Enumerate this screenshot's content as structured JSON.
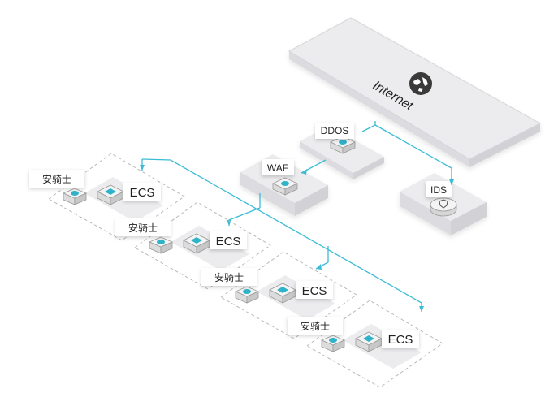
{
  "labels": {
    "internet": "Internet",
    "ddos": "DDOS",
    "waf": "WAF",
    "ids": "IDS",
    "agent": "安骑士",
    "ecs": "ECS"
  },
  "colors": {
    "background": "#ffffff",
    "platform_fill": "#ececee",
    "platform_stroke": "#d6d6da",
    "connector": "#3bbcd6",
    "icon_teal": "#2fb3c9",
    "dashed_group": "#b9b9b9",
    "label_box": "#ffffff",
    "text": "#222222"
  },
  "groups": [
    {
      "agent_label": "安骑士",
      "ecs_label": "ECS"
    },
    {
      "agent_label": "安骑士",
      "ecs_label": "ECS"
    },
    {
      "agent_label": "安骑士",
      "ecs_label": "ECS"
    },
    {
      "agent_label": "安骑士",
      "ecs_label": "ECS"
    }
  ]
}
